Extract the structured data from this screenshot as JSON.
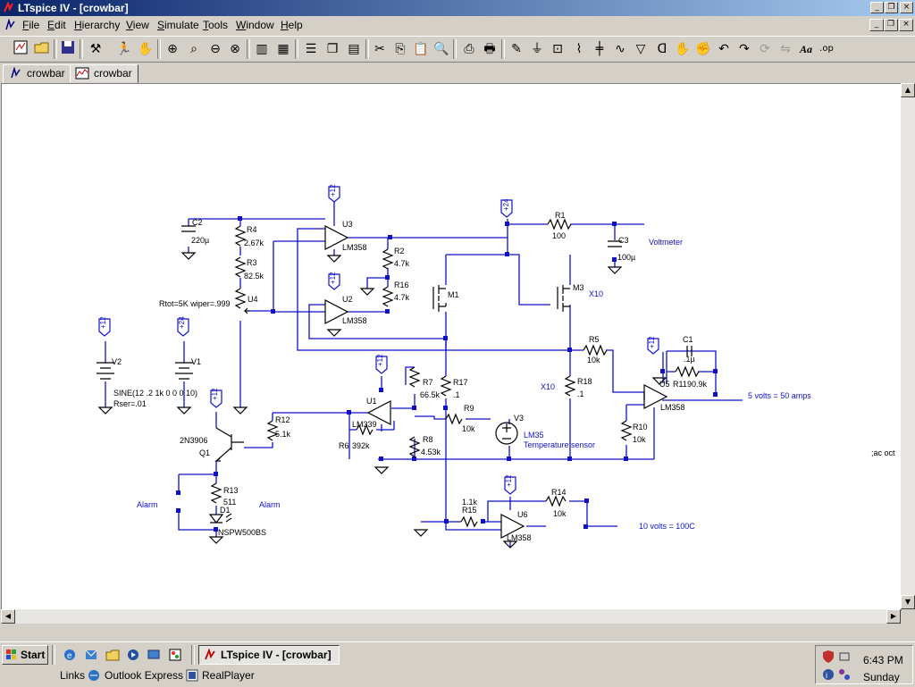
{
  "window": {
    "title": "LTspice IV - [crowbar]"
  },
  "menu": {
    "items": [
      {
        "label": "File",
        "u": "F",
        "rest": "ile"
      },
      {
        "label": "Edit",
        "u": "E",
        "rest": "dit"
      },
      {
        "label": "Hierarchy",
        "u": "H",
        "rest": "ierarchy"
      },
      {
        "label": "View",
        "u": "V",
        "rest": "iew"
      },
      {
        "label": "Simulate",
        "u": "S",
        "rest": "imulate"
      },
      {
        "label": "Tools",
        "u": "T",
        "rest": "ools"
      },
      {
        "label": "Window",
        "u": "W",
        "rest": "indow"
      },
      {
        "label": "Help",
        "u": "H",
        "rest": "elp"
      }
    ]
  },
  "toolbar": {
    "icons": [
      "new-schematic-icon",
      "open-icon",
      "save-icon",
      "control-panel-icon",
      "run-icon",
      "halt-icon",
      "zoom-in-icon",
      "zoom-pan-icon",
      "zoom-out-icon",
      "zoom-fit-icon",
      "autorange-icon",
      "fft-icon",
      "tile-vertical-icon",
      "cascade-icon",
      "tile-horizontal-icon",
      "cut-icon",
      "copy-icon",
      "paste-icon",
      "find-icon",
      "print-setup-icon",
      "print-icon",
      "draw-wire-icon",
      "ground-icon",
      "label-net-icon",
      "resistor-icon",
      "capacitor-icon",
      "inductor-icon",
      "diode-icon",
      "component-icon",
      "move-icon",
      "drag-icon",
      "undo-icon",
      "redo-icon",
      "rotate-icon",
      "mirror-icon",
      "text-icon",
      "spice-directive-icon"
    ],
    "text_label": "Aa",
    "directive_label": ".op"
  },
  "tabs": [
    {
      "label": "crowbar",
      "icon": "schematic-icon"
    },
    {
      "label": "crowbar",
      "icon": "waveform-icon"
    }
  ],
  "schematic": {
    "labels": {
      "c2": "C2",
      "c2v": "220µ",
      "r4": "R4",
      "r4v": "2.67k",
      "r3": "R3",
      "r3v": "82.5k",
      "rtot": "Rtot=5K wiper=.999",
      "u4": "U4",
      "p12_u3": "+12",
      "u3": "U3",
      "u3m": "LM358",
      "r2": "R2",
      "r2v": "4.7k",
      "r16": "R16",
      "r16v": "4.7k",
      "p12_u2": "+12",
      "u2": "U2",
      "u2m": "LM358",
      "m1": "M1",
      "p24_top": "+24",
      "r1": "R1",
      "r1v": "100",
      "c3": "C3",
      "c3v": "100µ",
      "voltmeter": "Voltmeter",
      "m3": "M3",
      "x10a": "X10",
      "p12_v2": "+12",
      "v2": "V2",
      "p24_v1": "+24",
      "v1": "V1",
      "sine": "SINE(12 .2 1k 0 0 0 10)",
      "rser": "Rser=.01",
      "p12_q1": "+12",
      "q1type": "2N3906",
      "q1": "Q1",
      "r12": "R12",
      "r12v": "5.1k",
      "r13": "R13",
      "r13v": "511",
      "d1": "D1",
      "d1m": "NSPW500BS",
      "alarm1": "Alarm",
      "alarm2": "Alarm",
      "p12_u1": "+12",
      "u1": "U1",
      "u1m": "LM339",
      "r7": "R7",
      "r7v": "66.5k",
      "r17": "R17",
      "r17v": ".1",
      "r6": "R6",
      "r6v": "392k",
      "r8": "R8",
      "r8v": "4.53k",
      "r9": "R9",
      "r9v": "10k",
      "v3": "V3",
      "lm35": "LM35",
      "tempsensor": "Temperature sensor",
      "x10b": "X10",
      "r18": "R18",
      "r18v": ".1",
      "r5": "R5",
      "r5v": "10k",
      "r10": "R10",
      "r10v": "10k",
      "p12_u5": "+12",
      "c1": "C1",
      "c1v": ".1µ",
      "u5": "U5",
      "r11": "R11",
      "r11v": "90.9k",
      "u5m": "LM358",
      "out5v": "5 volts = 50 amps",
      "acoct": ";ac oct",
      "p12_u6": "+12",
      "r15": "R15",
      "r15v": "1.1k",
      "r14": "R14",
      "r14v": "10k",
      "u6": "U6",
      "u6m": "LM358",
      "out10v": "10 volts = 100C"
    }
  },
  "taskbar": {
    "start": "Start",
    "task": "LTspice IV - [crowbar]",
    "links": "Links",
    "outlook": "Outlook Express",
    "realplayer": "RealPlayer",
    "time": "6:43 PM",
    "day": "Sunday"
  },
  "colors": {
    "schematic_wire": "#1010c8",
    "component": "#000000",
    "label_blue": "#1010c8"
  }
}
